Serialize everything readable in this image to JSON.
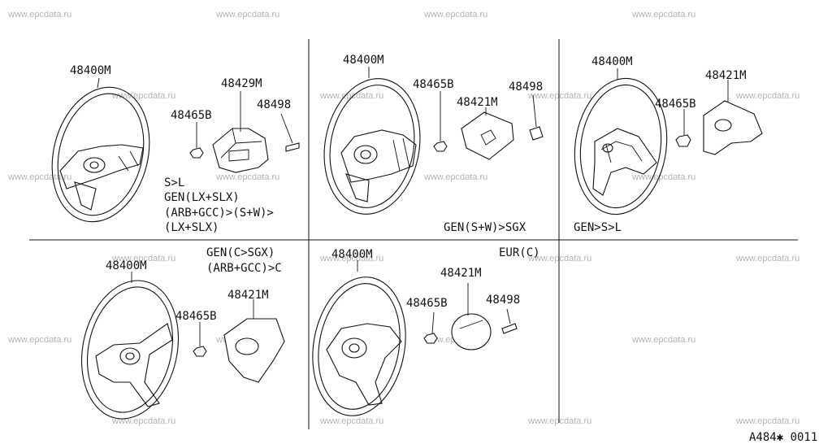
{
  "watermark": "www.epcdata.ru",
  "diagram_code": "A484✱ 0011",
  "panels": {
    "p1": {
      "wheel": "48400M",
      "nut": "48465B",
      "pad": "48429M",
      "emblem": "48498",
      "cond": [
        "S>L",
        "GEN(LX+SLX)",
        "(ARB+GCC)>(S+W)>",
        "(LX+SLX)"
      ]
    },
    "p2": {
      "wheel": "48400M",
      "nut": "48465B",
      "pad": "48421M",
      "emblem": "48498",
      "cond": [
        "GEN(S+W)>SGX"
      ]
    },
    "p3": {
      "wheel": "48400M",
      "nut": "48465B",
      "pad": "48421M",
      "cond": [
        "GEN>S>L"
      ]
    },
    "p4": {
      "wheel": "48400M",
      "nut": "48465B",
      "pad": "48421M",
      "cond": [
        "GEN(C>SGX)",
        "(ARB+GCC)>C"
      ]
    },
    "p5": {
      "wheel": "48400M",
      "nut": "48465B",
      "pad": "48421M",
      "emblem": "48498",
      "cond": [
        "EUR(C)"
      ]
    }
  }
}
